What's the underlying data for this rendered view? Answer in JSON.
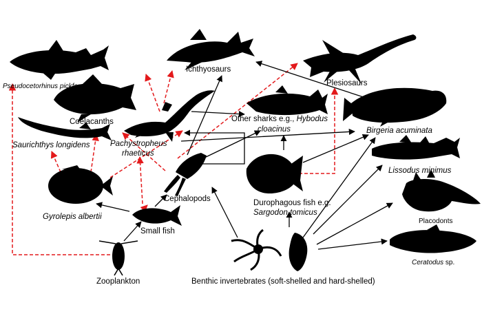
{
  "colors": {
    "trophic_link": "#000000",
    "scavenging_link": "#e3191b",
    "silhouette": "#000000"
  },
  "nodes": {
    "pseudocetorhinus": {
      "name": "Pseudocetorhinus pickfordi"
    },
    "ichthyosaurs": {
      "name": "Ichthyosaurs"
    },
    "plesiosaurs": {
      "name": "Plesiosaurs"
    },
    "coelacanths": {
      "name": "Coelacanths"
    },
    "saurichthys": {
      "name": "Saurichthys longidens"
    },
    "pachystropheus": {
      "line1": "Pachystropheus",
      "line2": "rhaeticus"
    },
    "other_sharks": {
      "line1_prefix": "Other sharks e.g., ",
      "line1_italic": "Hybodus",
      "line2": "cloacinus"
    },
    "birgeria": {
      "name": "Birgeria acuminata"
    },
    "lissodus": {
      "name": "Lissodus minimus"
    },
    "gyrolepis": {
      "name": "Gyrolepis albertii"
    },
    "cephalopods": {
      "name": "Cephalopods"
    },
    "durophagous": {
      "line1": "Durophagous fish e.g.",
      "line2": "Sargodon tomicus"
    },
    "small_fish": {
      "name": "Small fish"
    },
    "placodonts": {
      "name": "Placodonts"
    },
    "ceratodus": {
      "name_italic": "Ceratodus",
      "name_suffix": " sp."
    },
    "zooplankton": {
      "name": "Zooplankton"
    },
    "benthic": {
      "name": "Benthic invertebrates (soft-shelled and hard-shelled)"
    }
  }
}
